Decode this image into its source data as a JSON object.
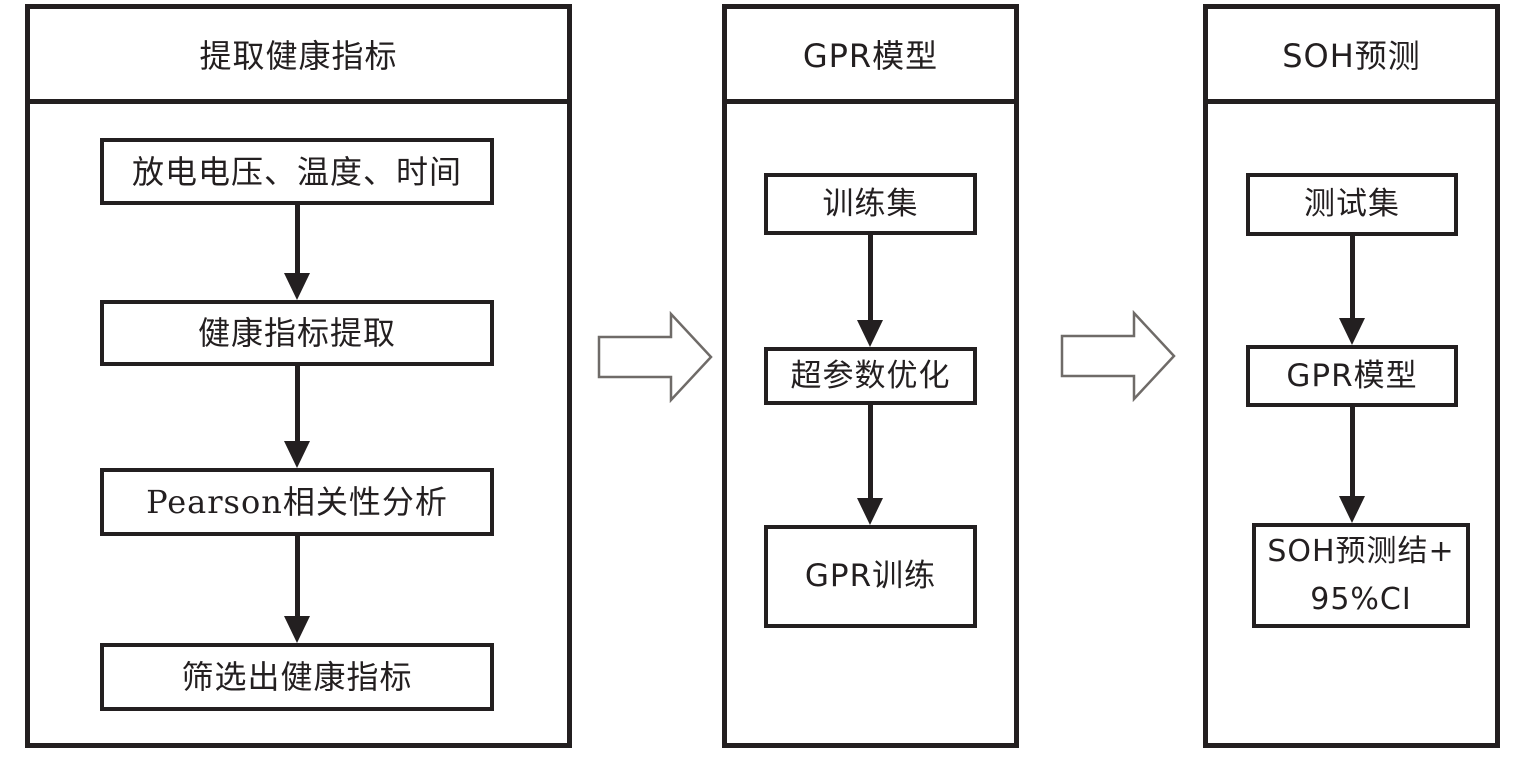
{
  "colors": {
    "ink": "#231f20",
    "flow_arrow_outline": "#6f6b68",
    "background": "#ffffff"
  },
  "panels": [
    {
      "title": "提取健康指标",
      "boxes": [
        {
          "label": "放电电压、温度、时间"
        },
        {
          "label": "健康指标提取"
        },
        {
          "label": "Pearson相关性分析"
        },
        {
          "label": "筛选出健康指标"
        }
      ]
    },
    {
      "title": "GPR模型",
      "boxes": [
        {
          "label": "训练集"
        },
        {
          "label": "超参数优化"
        },
        {
          "label": "GPR训练"
        }
      ]
    },
    {
      "title": "SOH预测",
      "boxes": [
        {
          "label": "测试集"
        },
        {
          "label": "GPR模型"
        },
        {
          "label": "SOH预测结+\n95%CI"
        }
      ]
    }
  ],
  "connections": {
    "panel_flow": [
      "提取健康指标 → GPR模型",
      "GPR模型 → SOH预测"
    ]
  }
}
